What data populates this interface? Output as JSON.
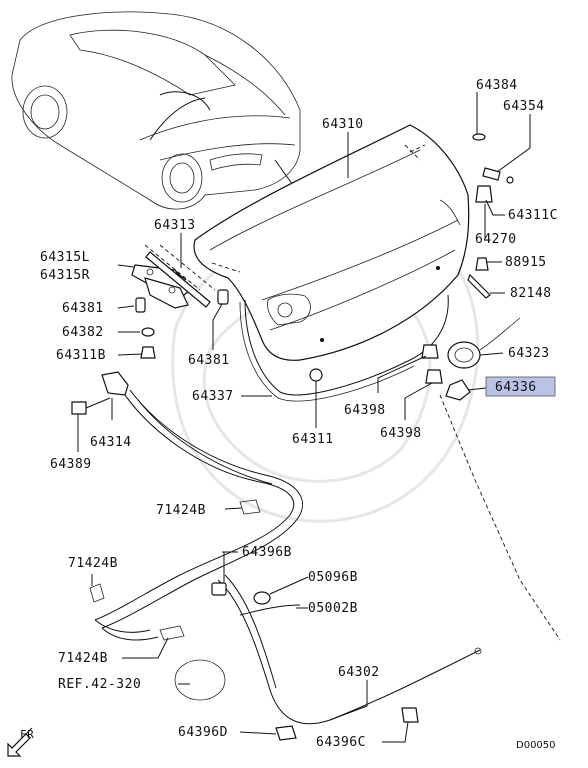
{
  "diagram": {
    "labels": {
      "p64384": "64384",
      "p64354": "64354",
      "p64310": "64310",
      "p64311C": "64311C",
      "p64270": "64270",
      "p64313": "64313",
      "p64315L": "64315L",
      "p64315R": "64315R",
      "p64381a": "64381",
      "p64382": "64382",
      "p64311B": "64311B",
      "p64381b": "64381",
      "p88915": "88915",
      "p82148": "82148",
      "p64323": "64323",
      "p64336": "64336",
      "p64337": "64337",
      "p64398a": "64398",
      "p64398b": "64398",
      "p64311": "64311",
      "p64314": "64314",
      "p64389": "64389",
      "p71424Ba": "71424B",
      "p71424Bb": "71424B",
      "p71424Bc": "71424B",
      "p64396B": "64396B",
      "p05096B": "05096B",
      "p05002B": "05002B",
      "p64302": "64302",
      "ref": "REF.42-320",
      "p64396D": "64396D",
      "p64396C": "64396C",
      "fr": "FR",
      "code": "D00050"
    },
    "highlight_color": "#b9c3e6",
    "line_color": "#111111",
    "icons": [
      "front-arrow-icon"
    ]
  }
}
